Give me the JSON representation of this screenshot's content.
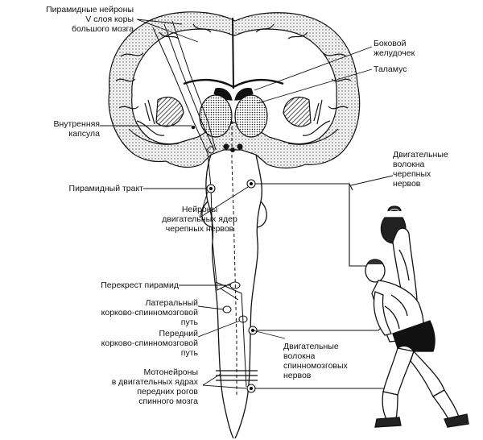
{
  "labels": {
    "pyramidal_neurons": [
      "Пирамидные нейроны",
      "V слоя коры",
      "большого мозга"
    ],
    "lateral_ventricle": [
      "Боковой",
      "желудочек"
    ],
    "thalamus": [
      "Таламус"
    ],
    "internal_capsule": [
      "Внутренняя",
      "капсула"
    ],
    "cranial_motor_fibers": [
      "Двигательные",
      "волокна",
      "черепных",
      "нервов"
    ],
    "pyramidal_tract": [
      "Пирамидный тракт"
    ],
    "cranial_nuclei_neurons": [
      "Нейроны",
      "двигательных ядер",
      "черепных нервов"
    ],
    "pyramid_decussation": [
      "Перекрест пирамид"
    ],
    "lateral_tract": [
      "Латеральный",
      "корково-спинномозговой",
      "путь"
    ],
    "anterior_tract": [
      "Передний",
      "корково-спинномозговой",
      "путь"
    ],
    "spinal_motor_fibers": [
      "Двигательные",
      "волокна",
      "спинномозговых",
      "нервов"
    ],
    "motoneurons": [
      "Мотонейроны",
      "в двигательных ядрах",
      "передних рогов",
      "спинного мозга"
    ]
  }
}
